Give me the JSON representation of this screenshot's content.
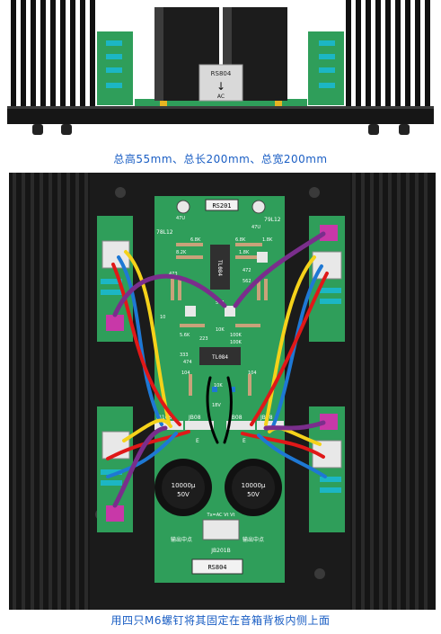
{
  "captions": {
    "top": "总高55mm、总长200mm、总宽200mm",
    "bottom": "用四只M6螺钉将其固定在音箱背板内侧上面"
  },
  "side_view": {
    "bridge_label": "RS804",
    "bridge_sub": "AC"
  },
  "board": {
    "title": "RS201",
    "reg_left": "78L12",
    "reg_right": "79L12",
    "opamp_top": "TL084",
    "opamp_bottom": "TL084",
    "labels_small": [
      "47U",
      "47U",
      "6.8K",
      "6.8K",
      "8.2K",
      "1.8K",
      "1.8K",
      "562",
      "562",
      "473",
      "472",
      "10K",
      "10K",
      "100K",
      "100K",
      "223",
      "474",
      "333",
      "5.6K",
      "18V",
      "104",
      "104",
      "10"
    ],
    "conn_left": "JB108",
    "conn_right": "JB78",
    "conn_mid_left": "JB08",
    "conn_mid_right": "JB08",
    "cap_left_value": "10000μ",
    "cap_left_voltage": "50V",
    "cap_right_value": "10000μ",
    "cap_right_voltage": "50V",
    "output_left": "输出中点",
    "output_right": "输出中点",
    "jb_bottom": "JB201B",
    "ac_label": "Tx=AC Vt Vt",
    "bridge_bottom": "RS804",
    "out_mark_left": "E",
    "out_mark_right": "E"
  },
  "colors": {
    "heatsink": "#141414",
    "pcb": "#2f9e5a",
    "caption": "#1a5ec4",
    "wire_red": "#e01818",
    "wire_yellow": "#f5d21a",
    "wire_blue": "#1e78d4",
    "wire_purple": "#7a2e8c",
    "wire_black": "#000000"
  }
}
